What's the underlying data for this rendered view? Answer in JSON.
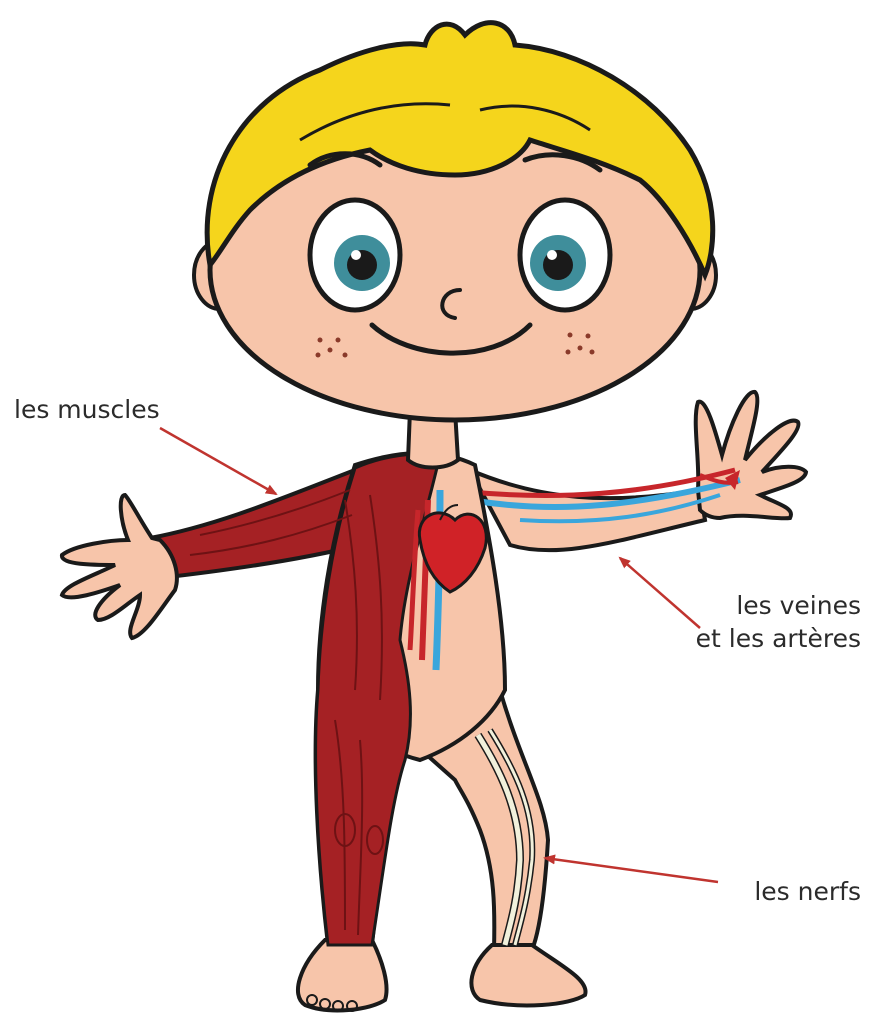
{
  "labels": {
    "muscles": "les muscles",
    "veines_line1": "les veines",
    "veines_line2": "et les artères",
    "nerfs": "les nerfs"
  },
  "colors": {
    "skin": "#f7c5aa",
    "hair": "#f5d51c",
    "outline": "#1a1a1a",
    "muscle": "#a52124",
    "muscle_dark": "#6e1214",
    "vein": "#3aa6dc",
    "artery": "#c7262b",
    "heart": "#d02227",
    "nerve": "#f1f1dc",
    "iris": "#3f8e9b",
    "arrow": "#c0342f"
  }
}
